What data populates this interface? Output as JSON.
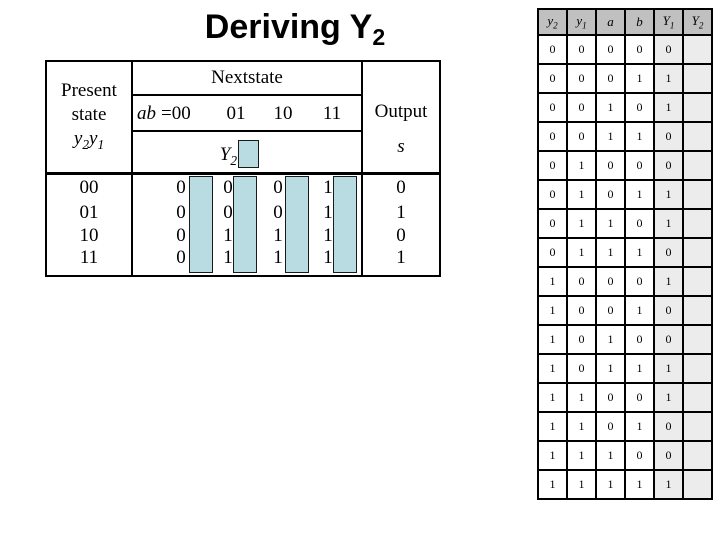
{
  "title": "Deriving Y_2",
  "state_table": {
    "present_header": [
      "Present",
      "state",
      "y_2y_1"
    ],
    "nextstate_header": "Nextstate",
    "ab_label": "ab",
    "eq_label": "=00",
    "col_labels": [
      "01",
      "10",
      "11"
    ],
    "y2_label": "Y_2",
    "output_header": "Output",
    "output_sub": "s",
    "rows": [
      {
        "present": "00",
        "next": [
          "0",
          "0",
          "0",
          "1"
        ],
        "output": "0"
      },
      {
        "present": "01",
        "next": [
          "0",
          "0",
          "0",
          "1"
        ],
        "output": "1"
      },
      {
        "present": "10",
        "next": [
          "0",
          "1",
          "1",
          "1"
        ],
        "output": "0"
      },
      {
        "present": "11",
        "next": [
          "0",
          "1",
          "1",
          "1"
        ],
        "output": "1"
      }
    ],
    "highlight_color": "#b8dce2"
  },
  "truth_table": {
    "headers": [
      "y_2",
      "y_1",
      "a",
      "b",
      "Y_1",
      "Y_2"
    ],
    "rows": [
      [
        "0",
        "0",
        "0",
        "0",
        "0",
        ""
      ],
      [
        "0",
        "0",
        "0",
        "1",
        "1",
        ""
      ],
      [
        "0",
        "0",
        "1",
        "0",
        "1",
        ""
      ],
      [
        "0",
        "0",
        "1",
        "1",
        "0",
        ""
      ],
      [
        "0",
        "1",
        "0",
        "0",
        "0",
        ""
      ],
      [
        "0",
        "1",
        "0",
        "1",
        "1",
        ""
      ],
      [
        "0",
        "1",
        "1",
        "0",
        "1",
        ""
      ],
      [
        "0",
        "1",
        "1",
        "1",
        "0",
        ""
      ],
      [
        "1",
        "0",
        "0",
        "0",
        "1",
        ""
      ],
      [
        "1",
        "0",
        "0",
        "1",
        "0",
        ""
      ],
      [
        "1",
        "0",
        "1",
        "0",
        "0",
        ""
      ],
      [
        "1",
        "0",
        "1",
        "1",
        "1",
        ""
      ],
      [
        "1",
        "1",
        "0",
        "0",
        "1",
        ""
      ],
      [
        "1",
        "1",
        "0",
        "1",
        "0",
        ""
      ],
      [
        "1",
        "1",
        "1",
        "0",
        "0",
        ""
      ],
      [
        "1",
        "1",
        "1",
        "1",
        "1",
        ""
      ]
    ],
    "header_bg": "#c0c0c0",
    "result_col_bg": "#ececec",
    "border_color": "#000000"
  }
}
